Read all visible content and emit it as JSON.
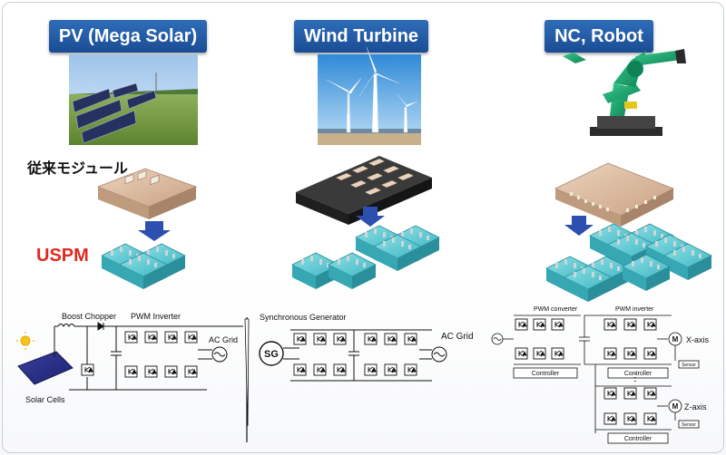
{
  "badges": {
    "pv": "PV (Mega Solar)",
    "wind": "Wind Turbine",
    "nc": "NC, Robot"
  },
  "labels": {
    "conventional_module": "従来モジュール",
    "uspm": "USPM"
  },
  "pv_circuit": {
    "boost_chopper": "Boost Chopper",
    "pwm_inverter": "PWM Inverter",
    "ac_grid": "AC Grid",
    "solar_cells": "Solar Cells"
  },
  "wind_circuit": {
    "generator_label": "Synchronous Generator",
    "generator_symbol": "SG",
    "ac_grid": "AC Grid"
  },
  "nc_circuit": {
    "pwm_converter": "PWM converter",
    "pwm_inverter": "PWM inverter",
    "controller_left": "Controller",
    "controller_x": "Controller",
    "controller_z": "Controller",
    "motor_x": "M",
    "motor_z": "M",
    "x_axis": "X-axis",
    "z_axis": "Z-axis",
    "sensor_x": "Sensor",
    "sensor_z": "Sensor"
  },
  "colors": {
    "badge_blue": "#2a63ad",
    "uspm_red": "#e02a1e",
    "arrow_blue": "#2c4fb0",
    "uspm_cyan": "#56c3cc",
    "module_tan": "#d9b89c",
    "module_black": "#2b2b2b",
    "robot_green": "#1aa66e"
  }
}
